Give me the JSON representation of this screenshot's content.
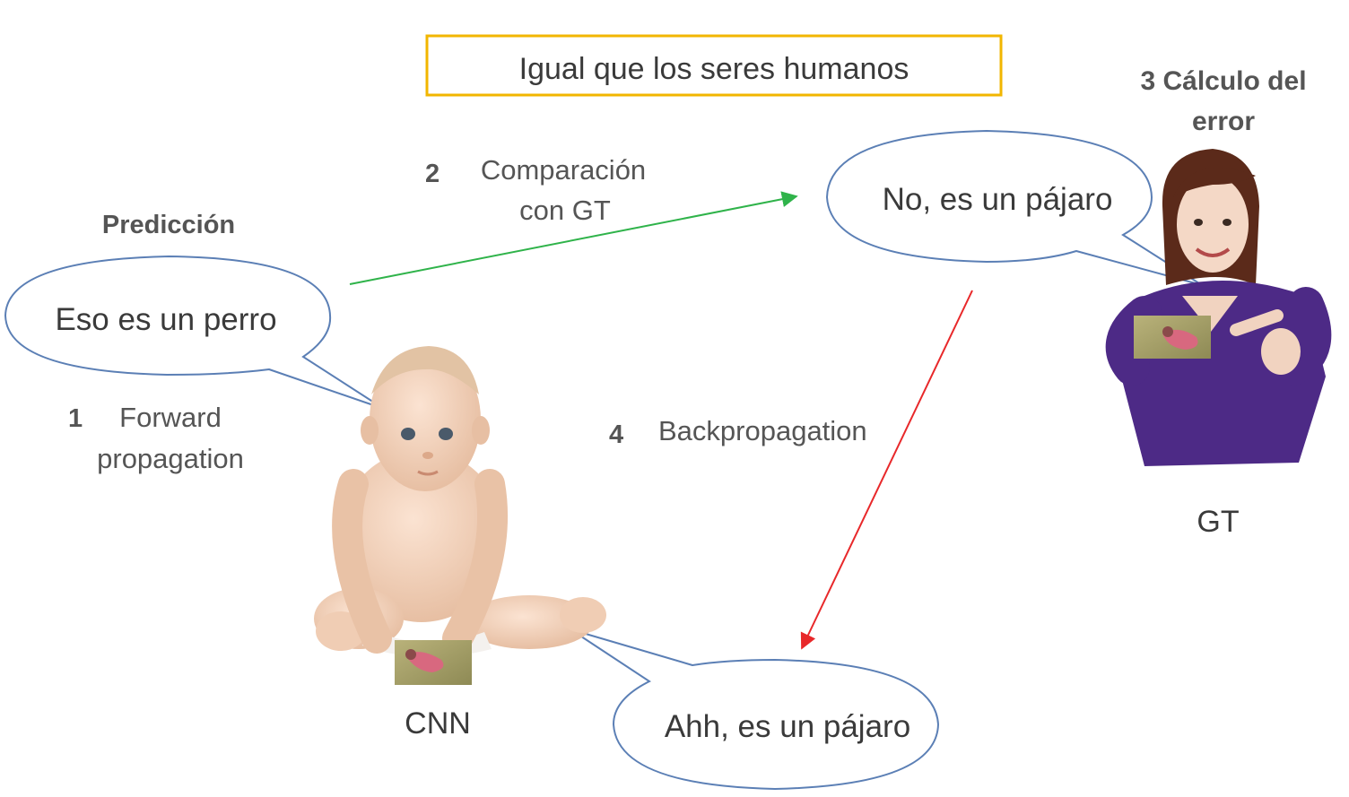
{
  "title": "Igual que los seres humanos",
  "steps": {
    "step1": {
      "number": "1",
      "line1": "Forward",
      "line2": "propagation"
    },
    "step2": {
      "number": "2",
      "line1": "Comparación",
      "line2": "con GT"
    },
    "step3": {
      "line1": "3 Cálculo del",
      "line2": "error"
    },
    "step4": {
      "number": "4",
      "label": "Backpropagation"
    }
  },
  "labels": {
    "prediccion": "Predicción",
    "cnn": "CNN",
    "gt": "GT"
  },
  "bubbles": {
    "cnn_prediction": "Eso es un perro",
    "gt_correction": "No, es un pájaro",
    "cnn_learned": "Ahh, es un pájaro"
  },
  "colors": {
    "title_border": "#f2b600",
    "bubble_stroke": "#5b7fb5",
    "comparison_arrow": "#2fb34a",
    "backprop_arrow": "#e8282a",
    "text": "#3a3a3a",
    "step_text": "#555555"
  },
  "icons": {
    "baby": "baby-illustration",
    "woman": "woman-illustration",
    "bird_card": "bird-photo-card"
  }
}
